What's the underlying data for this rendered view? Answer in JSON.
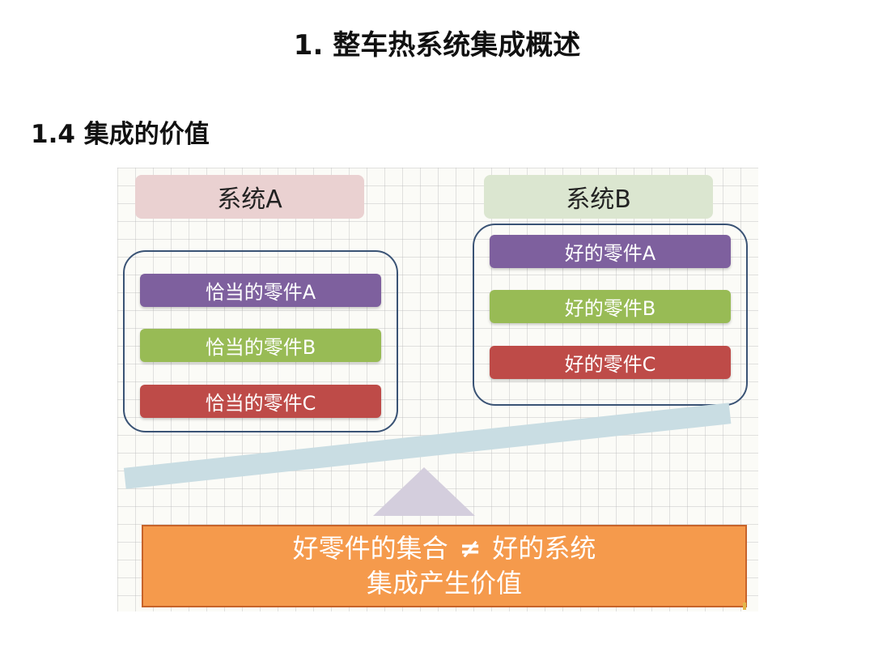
{
  "page": {
    "title": "1. 整车热系统集成概述",
    "subtitle": "1.4 集成的价值"
  },
  "diagram": {
    "system_a": {
      "label": "系统A",
      "parts": [
        "恰当的零件A",
        "恰当的零件B",
        "恰当的零件C"
      ]
    },
    "system_b": {
      "label": "系统B",
      "parts": [
        "好的零件A",
        "好的零件B",
        "好的零件C"
      ]
    },
    "conclusion": {
      "line1_left": "好零件的集合",
      "neq_symbol": "≠",
      "line1_right": "好的系统",
      "line2": "集成产生价值"
    }
  },
  "colors": {
    "part_a": "#7e609e",
    "part_b": "#98bb55",
    "part_c": "#be4b48",
    "system_a_header": "#ead1d1",
    "system_b_header": "#dbe6d0",
    "conclusion_box": "#f59a4c",
    "beam": "#c9dde3",
    "pivot": "#d4cedd",
    "group_border": "#3a5375"
  }
}
